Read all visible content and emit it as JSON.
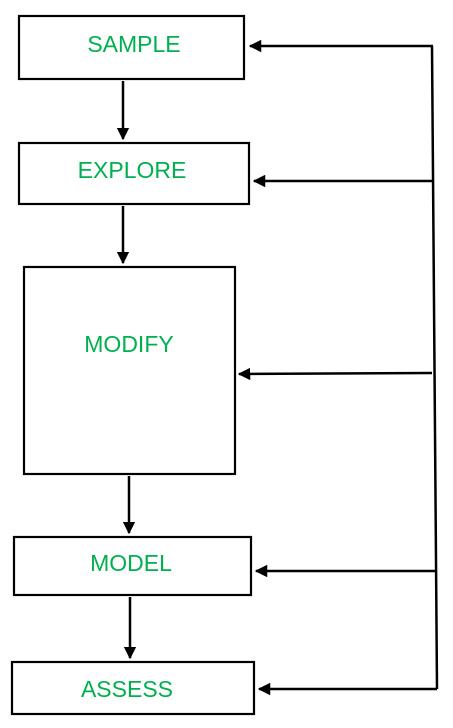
{
  "diagram": {
    "stages": [
      {
        "id": "sample",
        "label": "SAMPLE"
      },
      {
        "id": "explore",
        "label": "EXPLORE"
      },
      {
        "id": "modify",
        "label": "MODIFY"
      },
      {
        "id": "model",
        "label": "MODEL"
      },
      {
        "id": "assess",
        "label": "ASSESS"
      }
    ],
    "colors": {
      "label": "#00b050",
      "border": "#000000",
      "arrow": "#000000",
      "background": "#ffffff"
    }
  }
}
